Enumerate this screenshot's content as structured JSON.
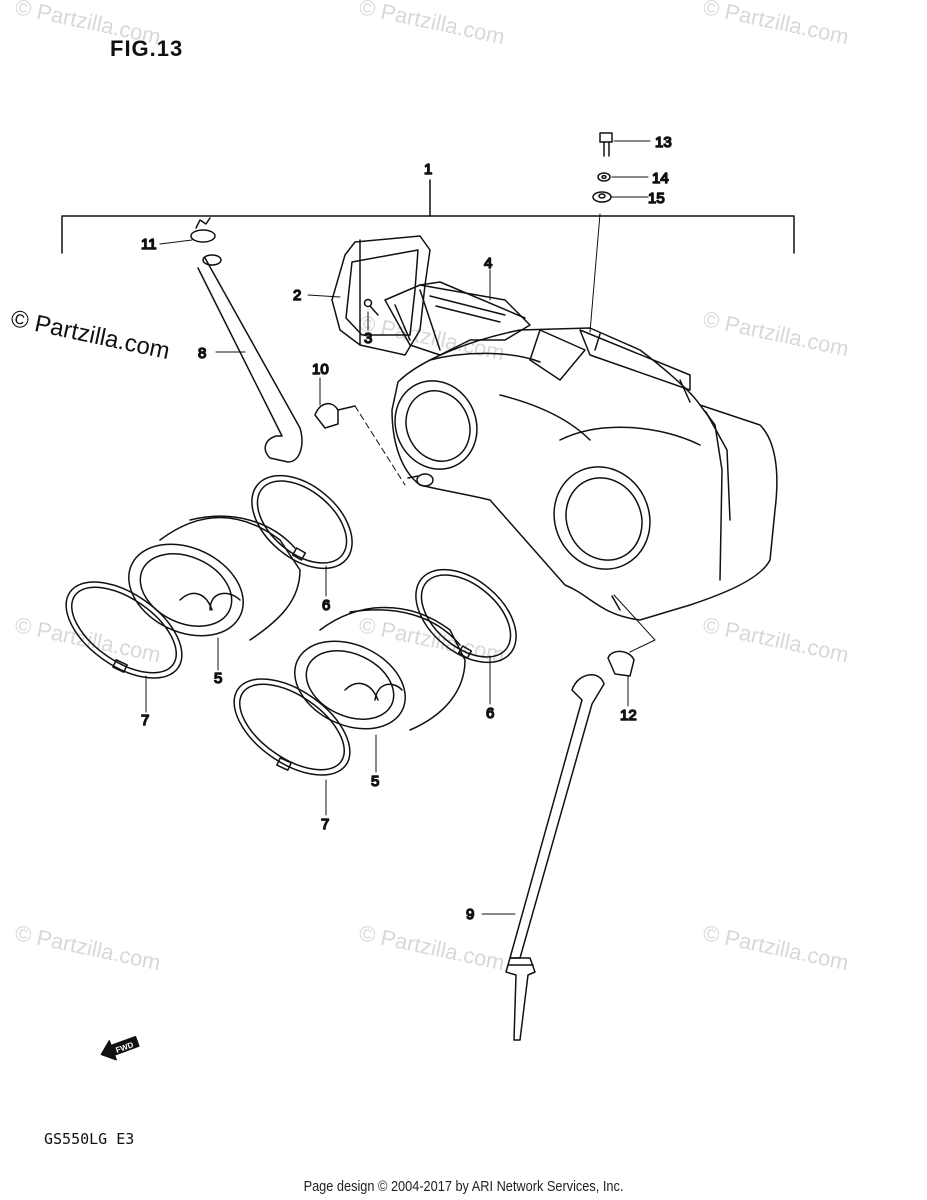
{
  "figure": {
    "title": "FIG.13"
  },
  "model_code": "GS550LG  E3",
  "footer": "Page design © 2004-2017 by ARI Network Services, Inc.",
  "watermark": {
    "text": "© Partzilla.com",
    "color": "#d8d8d8"
  },
  "fwd_label": "FWD",
  "callouts": [
    {
      "id": "1",
      "label": "1"
    },
    {
      "id": "2",
      "label": "2"
    },
    {
      "id": "3",
      "label": "3"
    },
    {
      "id": "4",
      "label": "4"
    },
    {
      "id": "5a",
      "label": "5"
    },
    {
      "id": "5b",
      "label": "5"
    },
    {
      "id": "6a",
      "label": "6"
    },
    {
      "id": "6b",
      "label": "6"
    },
    {
      "id": "7a",
      "label": "7"
    },
    {
      "id": "7b",
      "label": "7"
    },
    {
      "id": "8",
      "label": "8"
    },
    {
      "id": "9",
      "label": "9"
    },
    {
      "id": "10",
      "label": "10"
    },
    {
      "id": "11",
      "label": "11"
    },
    {
      "id": "12",
      "label": "12"
    },
    {
      "id": "13",
      "label": "13"
    },
    {
      "id": "14",
      "label": "14"
    },
    {
      "id": "15",
      "label": "15"
    }
  ]
}
